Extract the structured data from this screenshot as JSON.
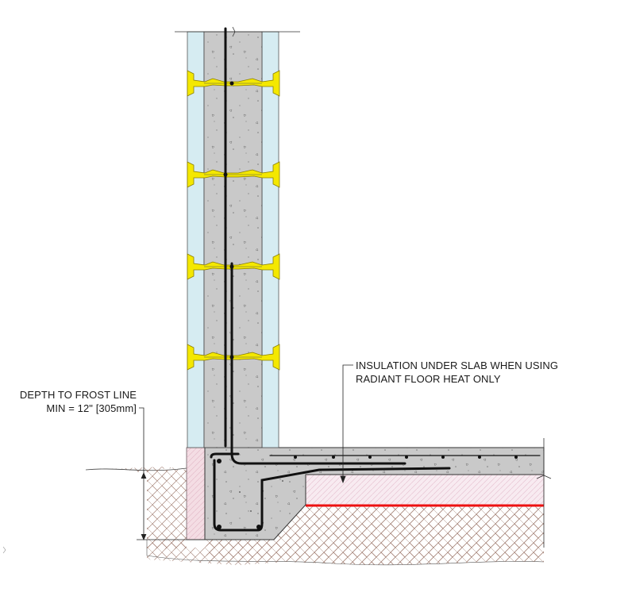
{
  "annotations": {
    "insulation": {
      "line1": "INSULATION UNDER SLAB WHEN USING",
      "line2": "RADIANT FLOOR HEAT ONLY"
    },
    "frost": {
      "line1": "DEPTH TO FROST LINE",
      "line2": "MIN = 12\" [305mm]"
    }
  },
  "colors": {
    "concrete": "#c8c8c8",
    "eps_foam": "#d6ecf2",
    "ties": "#f2e600",
    "soil_hatch": "#9a7a70",
    "slab_insulation": "#f7e8ef",
    "radiant_heat": "#ee1111",
    "rebar": "#111111",
    "foundation_pink": "#f2dce2"
  },
  "icons": {
    "tie": "icf-web-tie-icon",
    "rebar": "rebar-icon",
    "break": "break-line-icon"
  }
}
